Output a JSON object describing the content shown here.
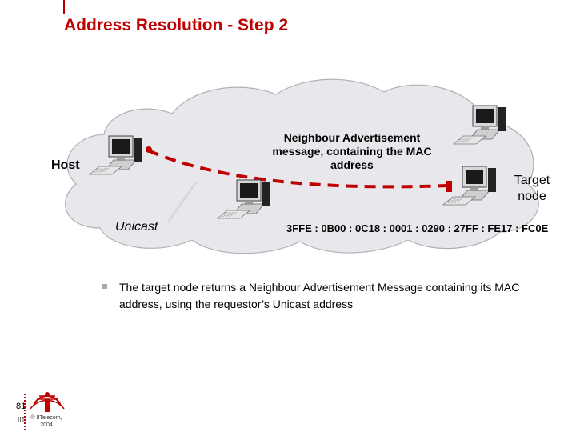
{
  "title": "Address Resolution - Step 2",
  "diagram": {
    "host_label": "Host",
    "message_label": "Neighbour Advertisement message, containing the MAC address",
    "target_label": "Target node",
    "unicast_label": "Unicast",
    "address_label": "3FFE : 0B00 : 0C18 : 0001 : 0290 : 27FF : FE17 : FC0E",
    "accent_color": "#c00000",
    "cloud_color": "#e8e8ec",
    "icons": [
      "computer-icon",
      "cloud-icon"
    ]
  },
  "bullet": {
    "text": "The target node returns a Neighbour Advertisement Message containing its MAC address, using the requestor’s Unicast address"
  },
  "footer": {
    "page_number": "81",
    "org_abbrev": "IIT",
    "copyright": "© IITelecom, 2004"
  }
}
